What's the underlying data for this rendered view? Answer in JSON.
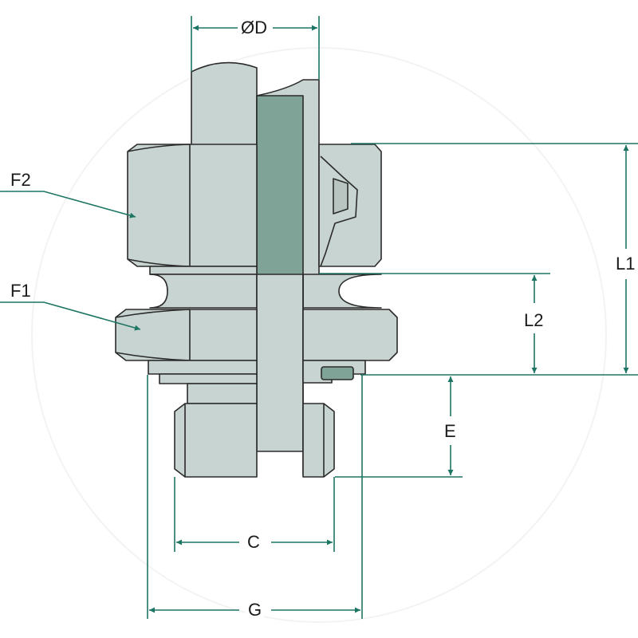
{
  "labels": {
    "diameter": "ØD",
    "f2": "F2",
    "f1": "F1",
    "l1": "L1",
    "l2": "L2",
    "e": "E",
    "c": "C",
    "g": "G"
  },
  "colors": {
    "metal": "#c8d4d1",
    "section": "#7fa396",
    "outline": "#2b2b2b",
    "dimension": "#1d7564",
    "background": "#ffffff"
  }
}
